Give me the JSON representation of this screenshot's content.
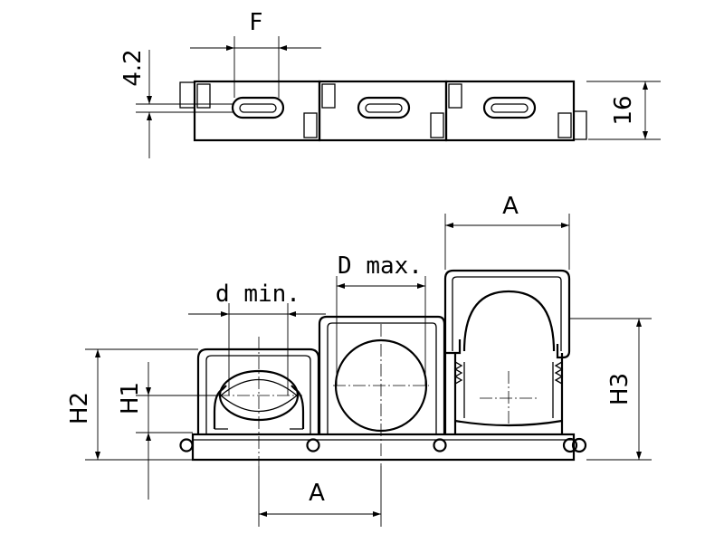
{
  "labels": {
    "f": "F",
    "t42": "4.2",
    "t16": "16",
    "a_top": "A",
    "d_max": "D max.",
    "d_min": "d min.",
    "h2": "H2",
    "h1": "H1",
    "h3": "H3",
    "a_bottom": "A"
  }
}
